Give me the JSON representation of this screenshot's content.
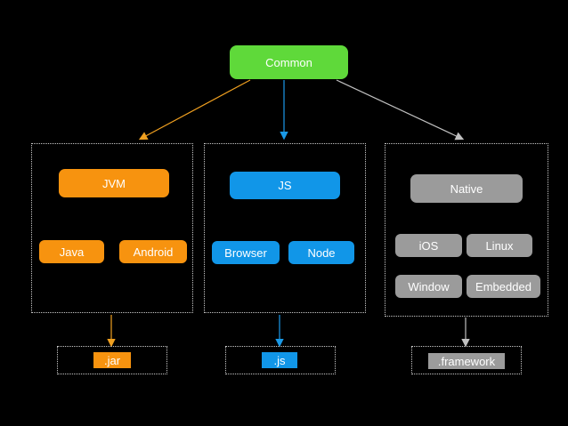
{
  "colors": {
    "common": "#5fd93a",
    "jvm": "#f7930f",
    "js": "#1196e8",
    "native": "#9b9b9b",
    "arrow_jvm": "#f0a020",
    "arrow_js": "#1a9ae8",
    "arrow_native": "#c0c0c0"
  },
  "nodes": {
    "common": "Common",
    "jvm": "JVM",
    "java": "Java",
    "android": "Android",
    "js": "JS",
    "browser": "Browser",
    "node": "Node",
    "native": "Native",
    "ios": "iOS",
    "linux": "Linux",
    "window": "Window",
    "embedded": "Embedded"
  },
  "outputs": {
    "jar": ".jar",
    "js": ".js",
    "framework": ".framework"
  },
  "edges": [
    {
      "from": "Common",
      "to": "JVM group"
    },
    {
      "from": "Common",
      "to": "JS group"
    },
    {
      "from": "Common",
      "to": "Native group"
    },
    {
      "from": "JVM group",
      "to": ".jar"
    },
    {
      "from": "JS group",
      "to": ".js"
    },
    {
      "from": "Native group",
      "to": ".framework"
    }
  ]
}
